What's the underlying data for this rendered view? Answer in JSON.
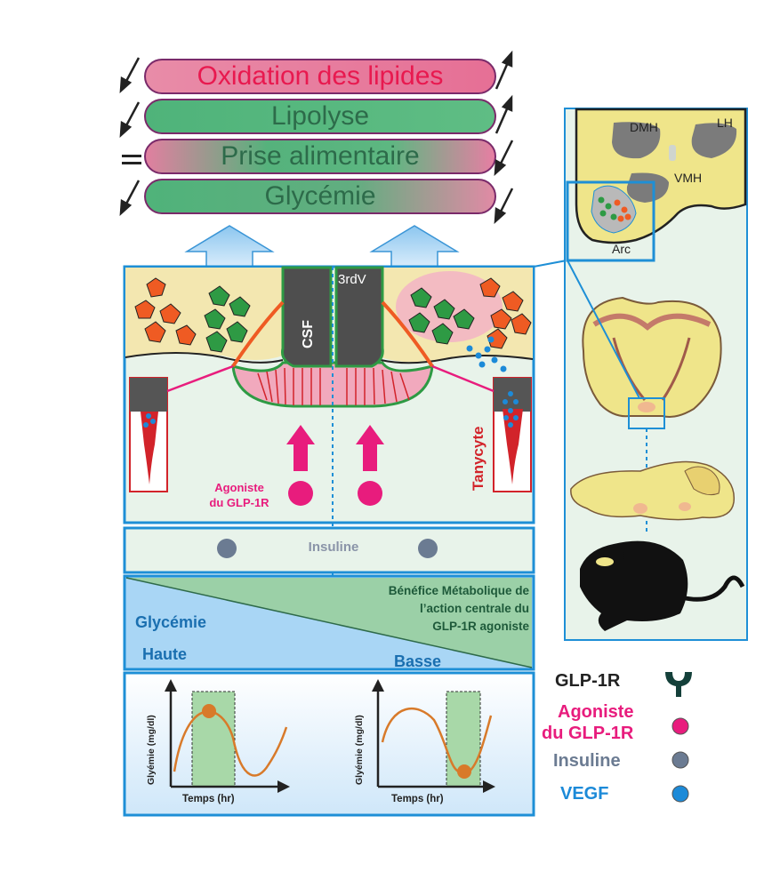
{
  "top_effects": [
    {
      "label": "Oxidation des lipides",
      "left_symbol": "↙",
      "right_symbol": "↗",
      "color": "#e8194f"
    },
    {
      "label": "Lipolyse",
      "left_symbol": "↙",
      "right_symbol": "↗",
      "color": "#2d6b4a"
    },
    {
      "label": "Prise alimentaire",
      "left_symbol": "=",
      "right_symbol": "↙",
      "color": "#2d6b4a"
    },
    {
      "label": "Glycémie",
      "left_symbol": "↙",
      "right_symbol": "↙",
      "color": "#2d6b4a"
    }
  ],
  "hypothalamus_panel": {
    "third_ventricle": "3rdV",
    "csf": "CSF",
    "tanycyte": "Tanycyte",
    "agonist_label": "Agoniste\ndu GLP-1R"
  },
  "insulin_band": {
    "label": "Insuline"
  },
  "metabolic_panel": {
    "benefit_text": "Bénéfice Métabolique de l’action centrale du GLP-1R agoniste",
    "benefit_line1": "Bénéfice Métabolique de",
    "benefit_line2": "l’action centrale du",
    "benefit_line3": "GLP-1R agoniste",
    "glycemia": "Glycémie",
    "high": "Haute",
    "low": "Basse"
  },
  "mini_charts": [
    {
      "ylabel": "Glyémie (mg/dl)",
      "xlabel": "Temps (hr)"
    },
    {
      "ylabel": "Glyémie (mg/dl)",
      "xlabel": "Temps (hr)"
    }
  ],
  "brain_inset": {
    "dmh": "DMH",
    "lh": "LH",
    "vmh": "VMH",
    "arc": "Arc"
  },
  "legend": {
    "glp1r": "GLP-1R",
    "agonist_line1": "Agoniste",
    "agonist_line2": "du GLP-1R",
    "insulin": "Insuline",
    "vegf": "VEGF"
  },
  "colors": {
    "frame_blue": "#1e8fd6",
    "pink": "#e81c7d",
    "green": "#2e9a44",
    "orange": "#ef5b23",
    "insulin_grey": "#6b7b92",
    "vegf_blue": "#1c8ad8",
    "tanycyte_red": "#d2232a"
  }
}
